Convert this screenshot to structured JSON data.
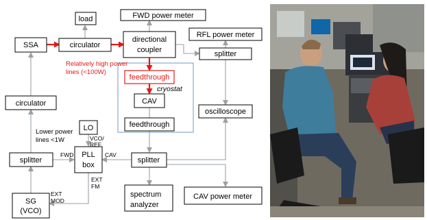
{
  "diagram": {
    "boxes": {
      "load": "load",
      "ssa": "SSA",
      "circulator_top": "circulator",
      "directional_coupler_1": "directional",
      "directional_coupler_2": "coupler",
      "fwd_meter": "FWD power meter",
      "rfl_meter": "RFL power meter",
      "splitter_right": "splitter",
      "feedthrough_top": "feedthrough",
      "cav": "CAV",
      "feedthrough_bottom": "feedthrough",
      "circulator_left": "circulator",
      "oscilloscope": "oscilloscope",
      "lo": "LO",
      "splitter_left": "splitter",
      "pll_1": "PLL",
      "pll_2": "box",
      "splitter_mid": "splitter",
      "spectrum_1": "spectrum",
      "spectrum_2": "analyzer",
      "cav_meter": "CAV power meter",
      "sg_1": "SG",
      "sg_2": "(VCO)"
    },
    "notes": {
      "high_power_1": "Relatively high power",
      "high_power_2": "lines (<100W)",
      "cryostat": "cryostat",
      "low_power_1": "Lower power",
      "low_power_2": "lines <1W",
      "vco_1": "VCO/",
      "vco_2": "REF",
      "fwd": "FWD",
      "cav": "CAV",
      "ext_fm_1": "EXT",
      "ext_fm_2": "FM",
      "ext_mod_1": "EXT",
      "ext_mod_2": "MOD"
    },
    "colors": {
      "high_power_line": "#e11a1a",
      "low_power_line": "#9aa0a6",
      "cryostat_outline": "#7fa2c8"
    }
  },
  "photo": {
    "icon": "lab-photo-two-people-at-instrument-rack"
  }
}
